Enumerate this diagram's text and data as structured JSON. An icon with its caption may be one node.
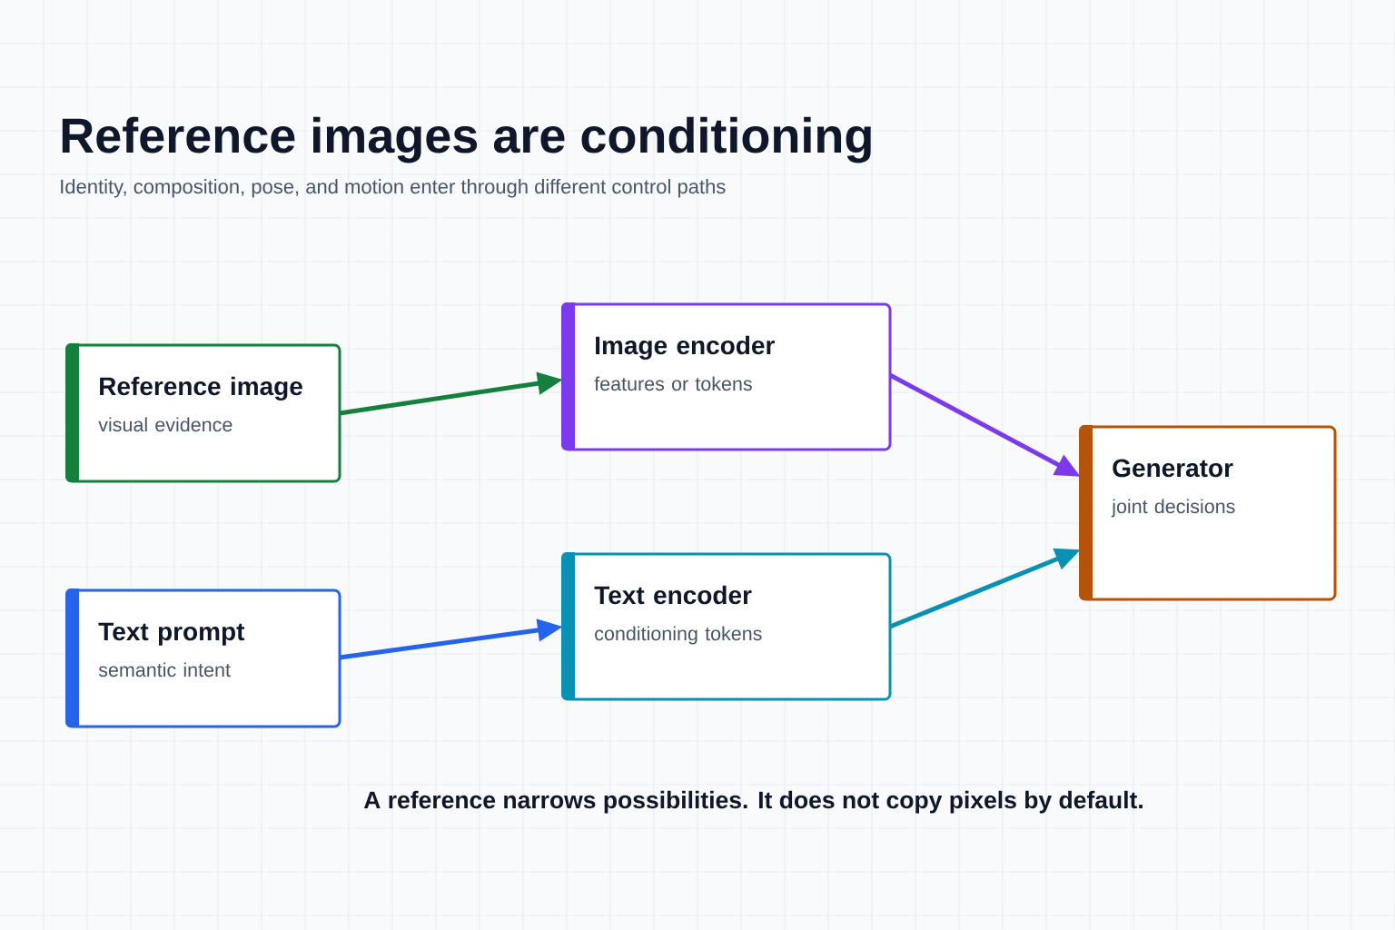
{
  "diagram": {
    "title": "Reference images are conditioning",
    "nodes": [
      {
        "text": [
          "Reference image",
          "visual evidence"
        ]
      },
      {
        "text": [
          "Image encoder",
          "features or tokens"
        ]
      },
      {
        "text": [
          "Text prompt",
          "semantic intent"
        ]
      },
      {
        "text": [
          "Text encoder",
          "conditioning tokens"
        ]
      },
      {
        "text": [
          "Generator",
          "joint decisions"
        ]
      }
    ],
    "edges": [
      {
        "from": 0,
        "to": 1,
        "arrow": "to",
        "color": "#15803d"
      },
      {
        "from": 1,
        "to": 4,
        "arrow": "to",
        "color": "#7c3aed"
      },
      {
        "from": 2,
        "to": 3,
        "arrow": "to",
        "color": "#2563eb"
      },
      {
        "from": 3,
        "to": 4,
        "arrow": "to",
        "color": "#0891b2"
      }
    ],
    "labels": [
      "Identity, composition, pose, and motion enter through different control paths"
    ],
    "caption": "A reference narrows possibilities. It does not copy pixels by default."
  }
}
